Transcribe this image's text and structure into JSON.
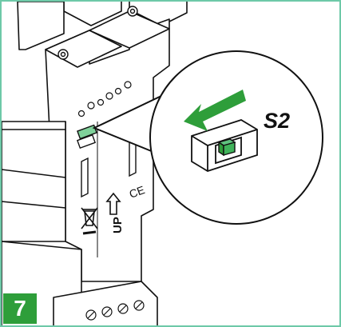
{
  "step_badge": {
    "number": "7",
    "color": "#2e9e3a"
  },
  "labels": {
    "switch": "S2",
    "up": "UP",
    "ce_mark": "CE"
  },
  "icons": [
    "disposal-bin-icon",
    "up-arrow-icon",
    "ce-mark-icon",
    "direction-arrow-icon"
  ],
  "colors": {
    "frame": "#6ec9a8",
    "accent_green": "#2e9e3a",
    "line": "#111111"
  }
}
